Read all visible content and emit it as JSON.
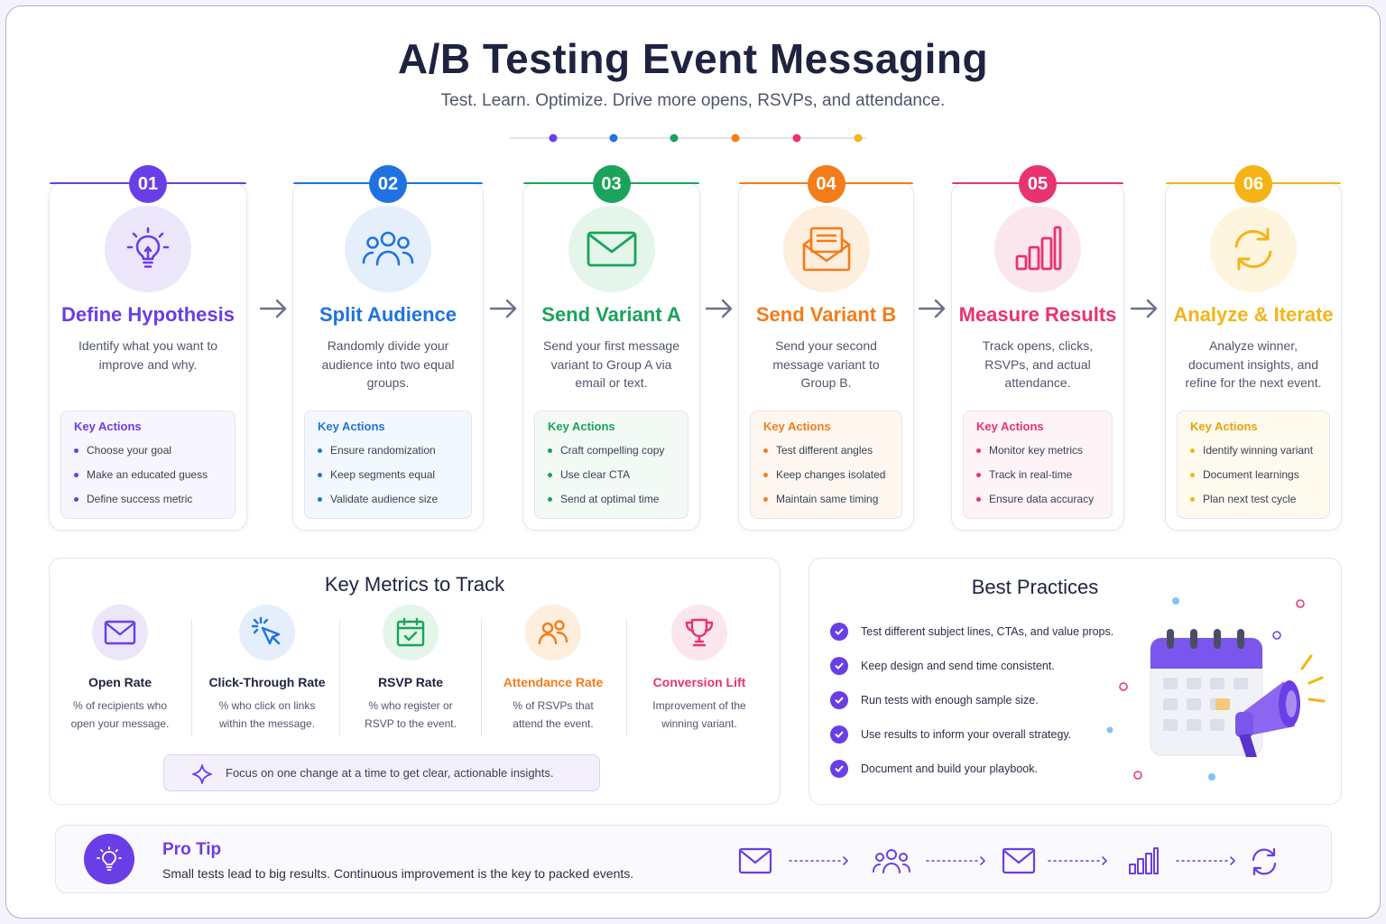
{
  "header": {
    "title": "A/B Testing Event Messaging",
    "subtitle": "Test. Learn. Optimize. Drive more opens, RSVPs, and attendance."
  },
  "colors": {
    "purple": "#6a3ee6",
    "blue": "#1f73e0",
    "green": "#1aa35a",
    "orange": "#f47c1a",
    "pink": "#e8336f",
    "yellow": "#f5b416"
  },
  "steps": [
    {
      "number": "01",
      "title": "Define Hypothesis",
      "desc": "Identify what you want to improve and why.",
      "icon": "lightbulb-icon",
      "actions_title": "Key Actions",
      "actions": [
        "Choose your goal",
        "Make an educated guess",
        "Define success metric"
      ]
    },
    {
      "number": "02",
      "title": "Split Audience",
      "desc": "Randomly divide your audience into two equal groups.",
      "icon": "users-icon",
      "actions_title": "Key Actions",
      "actions": [
        "Ensure randomization",
        "Keep segments equal",
        "Validate audience size"
      ]
    },
    {
      "number": "03",
      "title": "Send Variant A",
      "desc": "Send your first message variant to Group A via email or text.",
      "icon": "envelope-icon",
      "actions_title": "Key Actions",
      "actions": [
        "Craft compelling copy",
        "Use clear CTA",
        "Send at optimal time"
      ]
    },
    {
      "number": "04",
      "title": "Send Variant B",
      "desc": "Send your second message variant to Group B.",
      "icon": "open-envelope-icon",
      "actions_title": "Key Actions",
      "actions": [
        "Test different angles",
        "Keep changes isolated",
        "Maintain same timing"
      ]
    },
    {
      "number": "05",
      "title": "Measure Results",
      "desc": "Track opens, clicks, RSVPs, and actual attendance.",
      "icon": "bar-chart-icon",
      "actions_title": "Key Actions",
      "actions": [
        "Monitor key metrics",
        "Track in real-time",
        "Ensure data accuracy"
      ]
    },
    {
      "number": "06",
      "title": "Analyze & Iterate",
      "desc": "Analyze winner, document insights, and refine for the next event.",
      "icon": "refresh-icon",
      "actions_title": "Key Actions",
      "actions": [
        "Identify winning variant",
        "Document learnings",
        "Plan next test cycle"
      ]
    }
  ],
  "metrics": {
    "title": "Key Metrics to Track",
    "items": [
      {
        "title": "Open Rate",
        "desc": "% of recipients who open your message.",
        "icon": "envelope-icon"
      },
      {
        "title": "Click-Through Rate",
        "desc": "% who click on links within the message.",
        "icon": "cursor-click-icon"
      },
      {
        "title": "RSVP Rate",
        "desc": "% who register or RSVP to the event.",
        "icon": "calendar-check-icon"
      },
      {
        "title": "Attendance Rate",
        "desc": "% of RSVPs that attend the event.",
        "icon": "users-icon"
      },
      {
        "title": "Conversion Lift",
        "desc": "Improvement of the winning variant.",
        "icon": "trophy-icon"
      }
    ],
    "focus_tip": "Focus on one change at a time to get clear, actionable insights."
  },
  "best_practices": {
    "title": "Best Practices",
    "items": [
      "Test different subject lines, CTAs, and value props.",
      "Keep design and send time consistent.",
      "Run tests with enough sample size.",
      "Use results to inform your overall strategy.",
      "Document and build your playbook."
    ]
  },
  "pro_tip": {
    "title": "Pro Tip",
    "text": "Small tests lead to big results. Continuous improvement is the key to packed events."
  }
}
